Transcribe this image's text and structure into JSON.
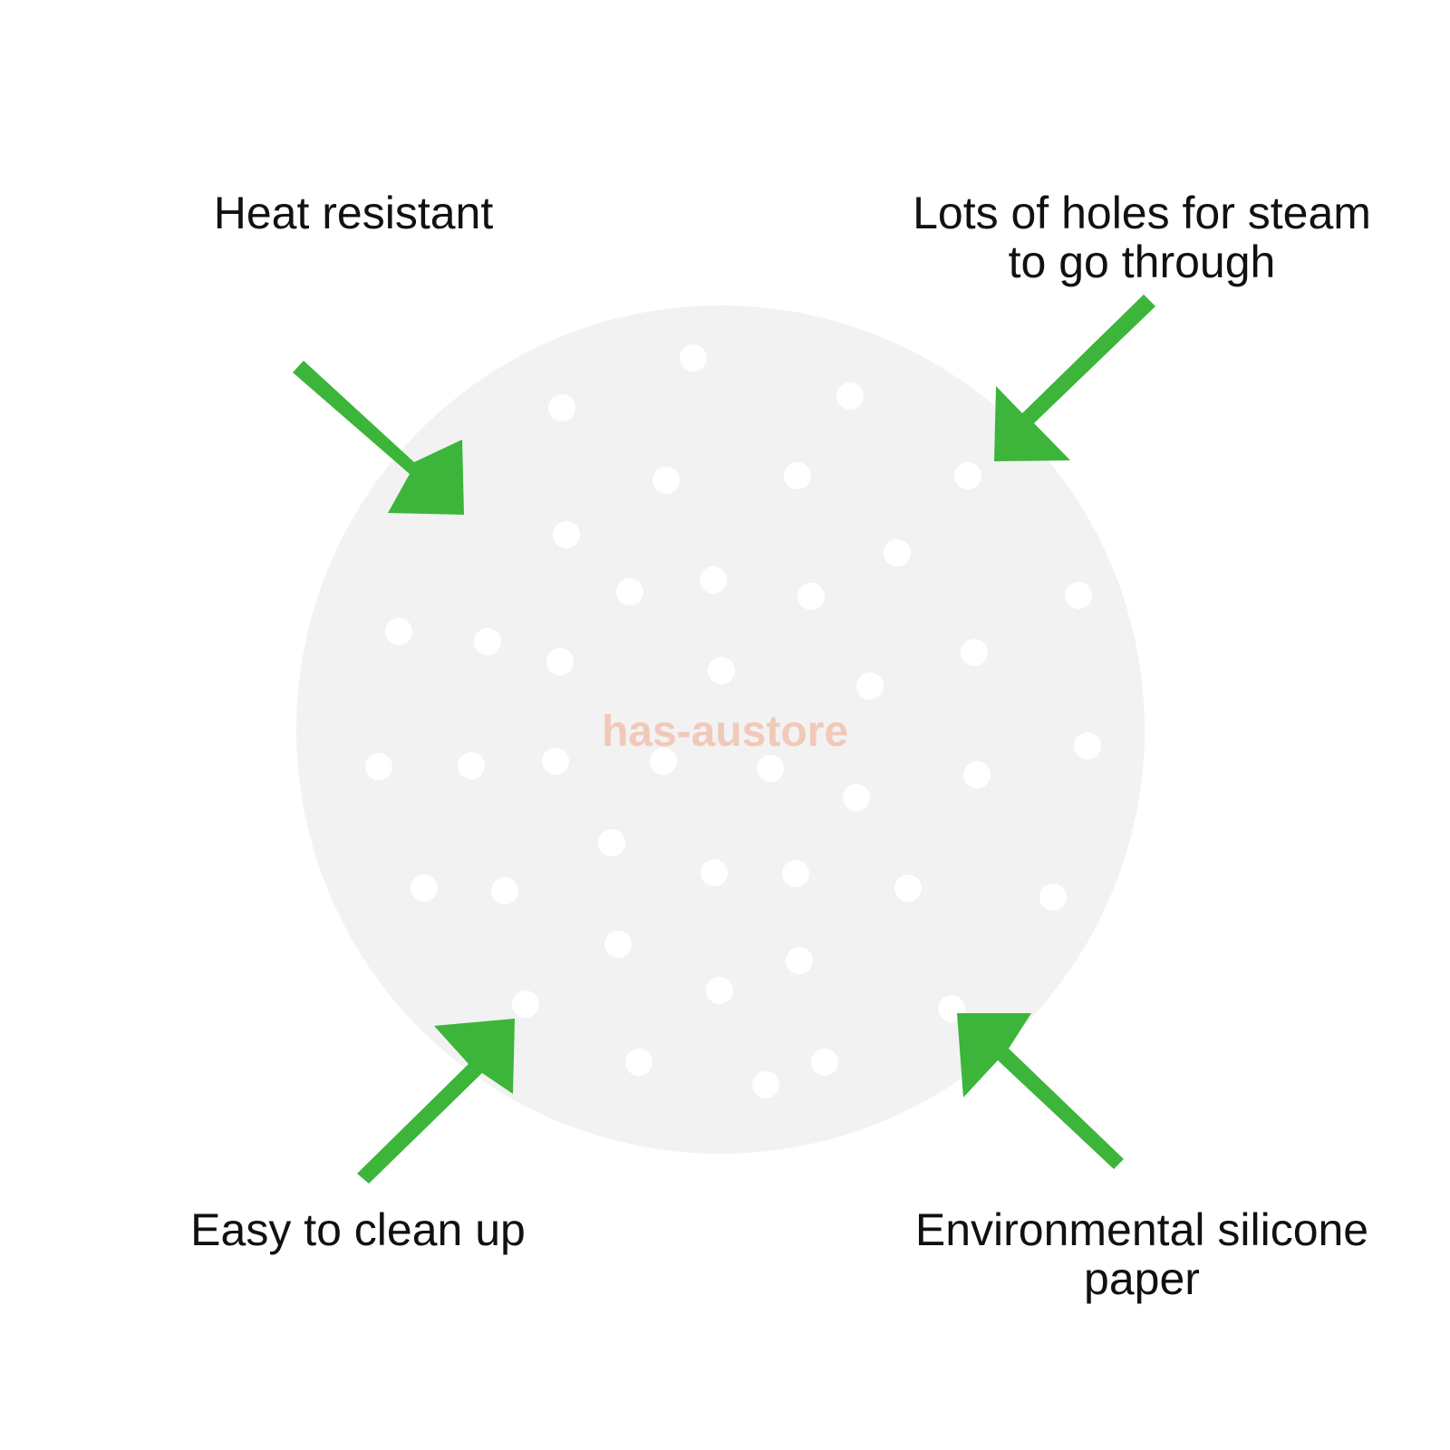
{
  "callouts": {
    "top_left": "Heat resistant",
    "top_right": "Lots of holes for steam\nto go through",
    "bottom_left": "Easy to clean up",
    "bottom_right": "Environmental silicone\npaper"
  },
  "watermark": "has-austore",
  "colors": {
    "background": "#ffffff",
    "paper": "#f2f2f2",
    "hole": "#ffffff",
    "arrow": "#3cb53a",
    "text": "#111111",
    "watermark": "#f1c9b9"
  }
}
